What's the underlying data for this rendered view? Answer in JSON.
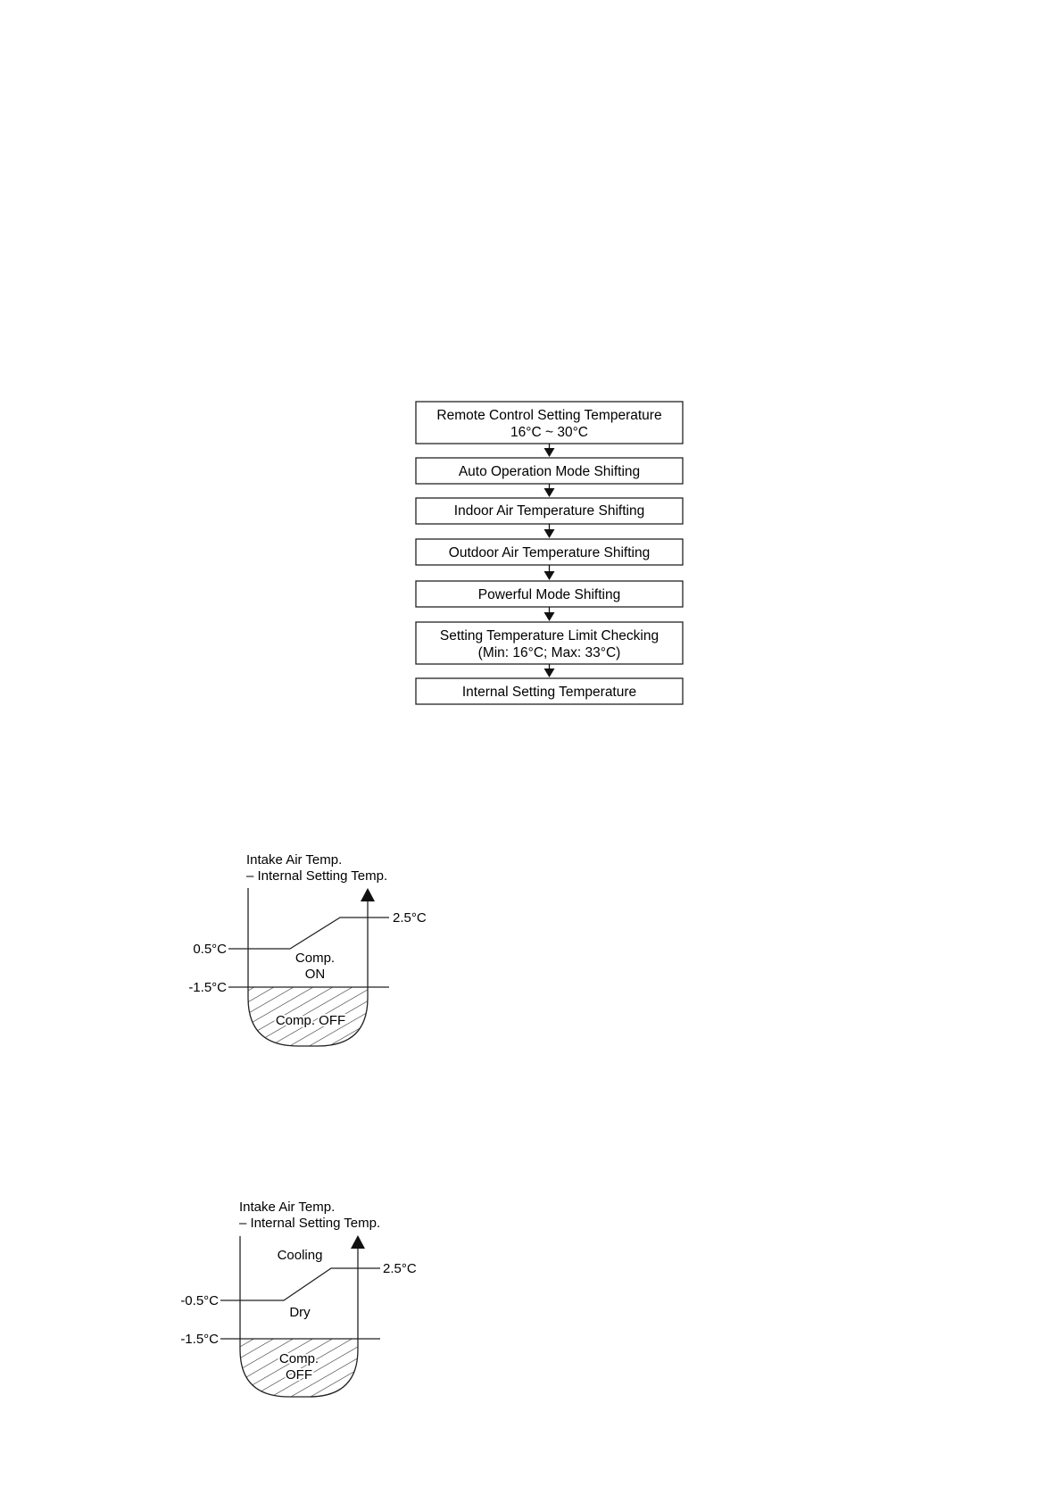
{
  "flowchart": {
    "steps": [
      {
        "lines": [
          "Remote Control Setting Temperature",
          "16°C ~ 30°C"
        ]
      },
      {
        "lines": [
          "Auto Operation Mode Shifting"
        ]
      },
      {
        "lines": [
          "Indoor Air Temperature Shifting"
        ]
      },
      {
        "lines": [
          "Outdoor Air Temperature Shifting"
        ]
      },
      {
        "lines": [
          "Powerful Mode Shifting"
        ]
      },
      {
        "lines": [
          "Setting Temperature Limit Checking",
          "(Min: 16°C; Max: 33°C)"
        ]
      },
      {
        "lines": [
          "Internal Setting Temperature"
        ]
      }
    ]
  },
  "diagram1": {
    "axis_label_line1": "Intake Air Temp.",
    "axis_label_line2": "– Internal Setting Temp.",
    "level_high": "2.5°C",
    "level_mid": "0.5°C",
    "level_low": "-1.5°C",
    "on_label_line1": "Comp.",
    "on_label_line2": "ON",
    "off_label": "Comp. OFF"
  },
  "diagram2": {
    "axis_label_line1": "Intake Air Temp.",
    "axis_label_line2": "– Internal Setting Temp.",
    "level_high": "2.5°C",
    "level_mid": "-0.5°C",
    "level_low": "-1.5°C",
    "upper_region_label": "Cooling",
    "middle_region_label": "Dry",
    "off_label_line1": "Comp.",
    "off_label_line2": "OFF"
  }
}
